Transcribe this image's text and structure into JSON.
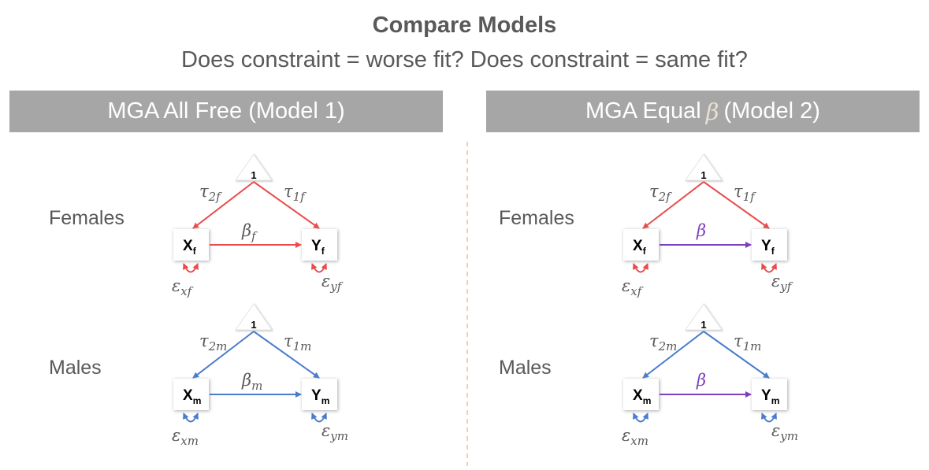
{
  "title": "Compare Models",
  "subtitle": "Does constraint = worse fit? Does constraint = same fit?",
  "panels": [
    {
      "header_prefix": "MGA All Free (Model 1)",
      "header_beta": "",
      "header_suffix": ""
    },
    {
      "header_prefix": "MGA Equal",
      "header_beta": "β",
      "header_suffix": "(Model 2)"
    }
  ],
  "colors": {
    "female": "#e84c4c",
    "male": "#4a7ccc",
    "equal_beta": "#7a3fbf",
    "header_bg": "#a6a6a6",
    "divider": "#f5cfb0"
  },
  "diagrams": [
    {
      "panel": 0,
      "group": "Females",
      "color": "female",
      "intercept": "1",
      "x": {
        "b": "X",
        "s": "f"
      },
      "y": {
        "b": "Y",
        "s": "f"
      },
      "tau_x": {
        "b": "τ",
        "s": "2f"
      },
      "tau_y": {
        "b": "τ",
        "s": "1f"
      },
      "beta": {
        "b": "β",
        "s": "f"
      },
      "beta_color": "female",
      "eps_x": {
        "b": "ε",
        "s": "xf"
      },
      "eps_y": {
        "b": "ε",
        "s": "yf"
      }
    },
    {
      "panel": 0,
      "group": "Males",
      "color": "male",
      "intercept": "1",
      "x": {
        "b": "X",
        "s": "m"
      },
      "y": {
        "b": "Y",
        "s": "m"
      },
      "tau_x": {
        "b": "τ",
        "s": "2m"
      },
      "tau_y": {
        "b": "τ",
        "s": "1m"
      },
      "beta": {
        "b": "β",
        "s": "m"
      },
      "beta_color": "male",
      "eps_x": {
        "b": "ε",
        "s": "xm"
      },
      "eps_y": {
        "b": "ε",
        "s": "ym"
      }
    },
    {
      "panel": 1,
      "group": "Females",
      "color": "female",
      "intercept": "1",
      "x": {
        "b": "X",
        "s": "f"
      },
      "y": {
        "b": "Y",
        "s": "f"
      },
      "tau_x": {
        "b": "τ",
        "s": "2f"
      },
      "tau_y": {
        "b": "τ",
        "s": "1f"
      },
      "beta": {
        "b": "β",
        "s": ""
      },
      "beta_color": "equal_beta",
      "eps_x": {
        "b": "ε",
        "s": "xf"
      },
      "eps_y": {
        "b": "ε",
        "s": "yf"
      }
    },
    {
      "panel": 1,
      "group": "Males",
      "color": "male",
      "intercept": "1",
      "x": {
        "b": "X",
        "s": "m"
      },
      "y": {
        "b": "Y",
        "s": "m"
      },
      "tau_x": {
        "b": "τ",
        "s": "2m"
      },
      "tau_y": {
        "b": "τ",
        "s": "1m"
      },
      "beta": {
        "b": "β",
        "s": ""
      },
      "beta_color": "equal_beta",
      "eps_x": {
        "b": "ε",
        "s": "xm"
      },
      "eps_y": {
        "b": "ε",
        "s": "ym"
      }
    }
  ]
}
